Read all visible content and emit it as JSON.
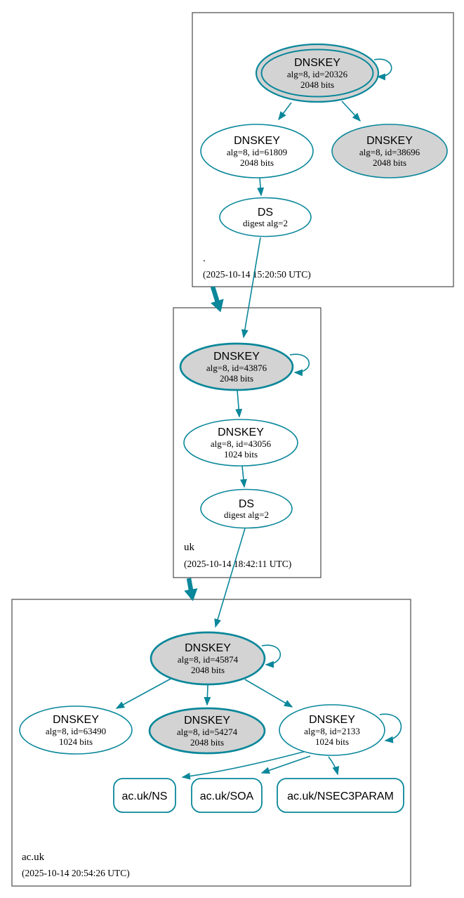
{
  "colors": {
    "edge": "#0a879a",
    "ksk_fill": "#d3d3d3",
    "node_fill": "#ffffff",
    "text": "#000000",
    "cluster_border": "#4a4a4a",
    "bg": "#ffffff"
  },
  "zones": [
    {
      "label": ".",
      "timestamp": "(2025-10-14 15:20:50 UTC)",
      "nodes": {
        "ksk": {
          "title": "DNSKEY",
          "detail": "alg=8, id=20326",
          "bits": "2048 bits"
        },
        "zsk1": {
          "title": "DNSKEY",
          "detail": "alg=8, id=61809",
          "bits": "2048 bits"
        },
        "zsk2": {
          "title": "DNSKEY",
          "detail": "alg=8, id=38696",
          "bits": "2048 bits"
        },
        "ds": {
          "title": "DS",
          "detail": "digest alg=2"
        }
      }
    },
    {
      "label": "uk",
      "timestamp": "(2025-10-14 18:42:11 UTC)",
      "nodes": {
        "ksk": {
          "title": "DNSKEY",
          "detail": "alg=8, id=43876",
          "bits": "2048 bits"
        },
        "zsk1": {
          "title": "DNSKEY",
          "detail": "alg=8, id=43056",
          "bits": "1024 bits"
        },
        "ds": {
          "title": "DS",
          "detail": "digest alg=2"
        }
      }
    },
    {
      "label": "ac.uk",
      "timestamp": "(2025-10-14 20:54:26 UTC)",
      "nodes": {
        "ksk": {
          "title": "DNSKEY",
          "detail": "alg=8, id=45874",
          "bits": "2048 bits"
        },
        "zsk1": {
          "title": "DNSKEY",
          "detail": "alg=8, id=63490",
          "bits": "1024 bits"
        },
        "zsk2": {
          "title": "DNSKEY",
          "detail": "alg=8, id=54274",
          "bits": "2048 bits"
        },
        "zsk3": {
          "title": "DNSKEY",
          "detail": "alg=8, id=2133",
          "bits": "1024 bits"
        }
      },
      "rrsets": [
        "ac.uk/NS",
        "ac.uk/SOA",
        "ac.uk/NSEC3PARAM"
      ]
    }
  ]
}
